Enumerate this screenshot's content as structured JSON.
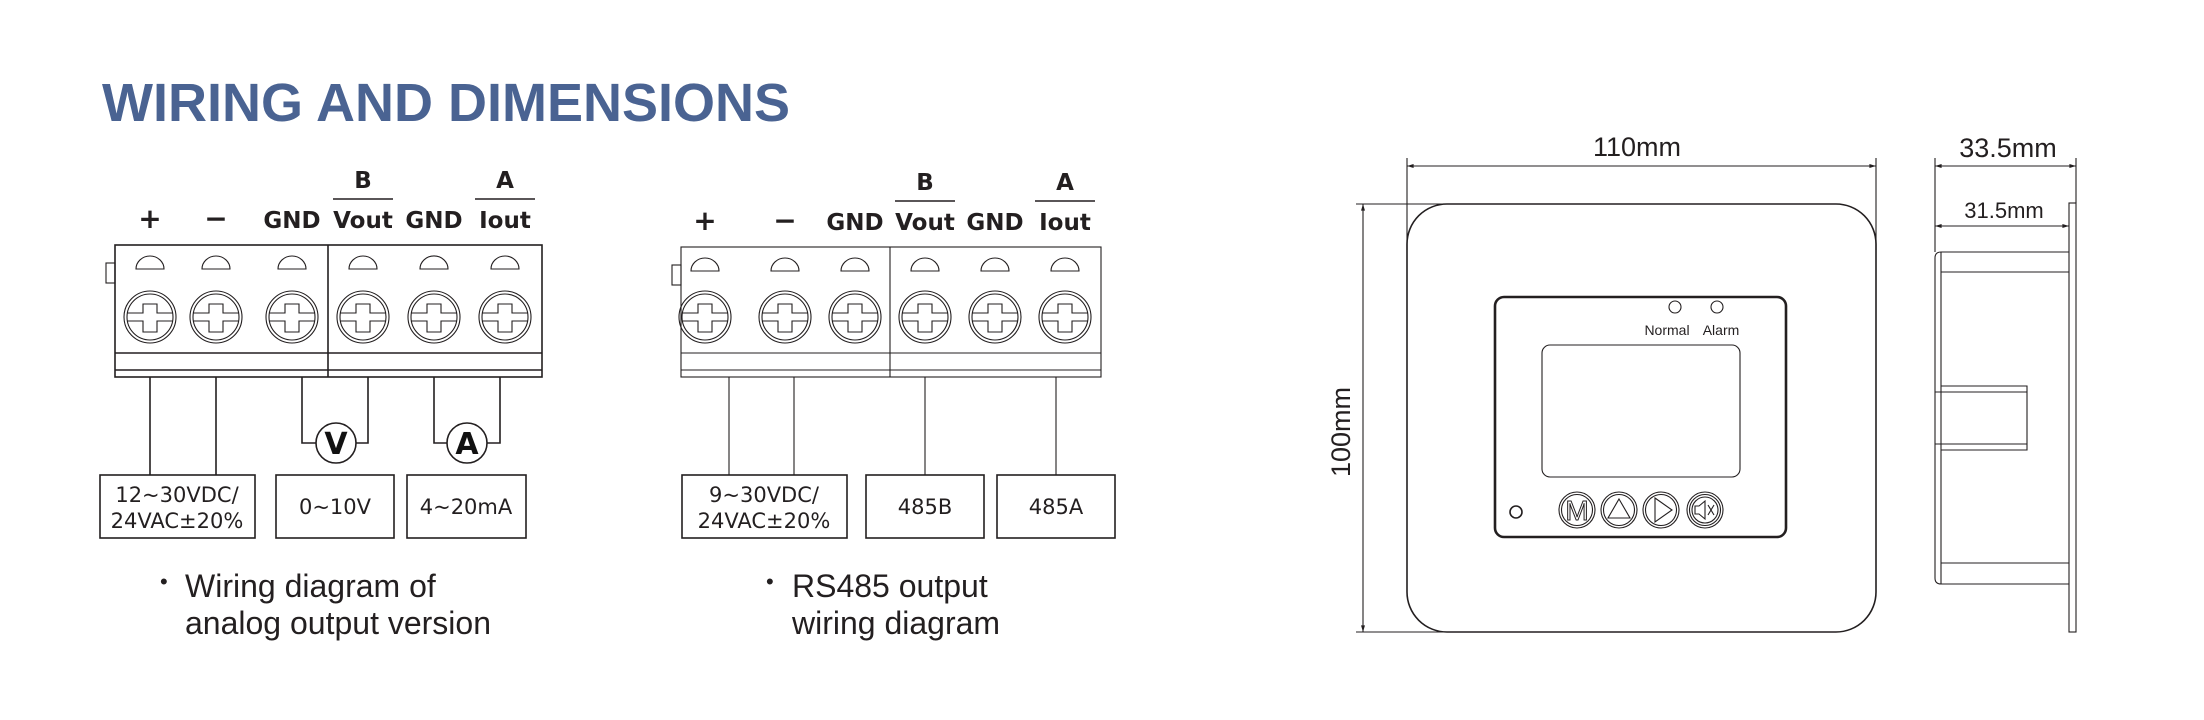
{
  "title": "WIRING AND DIMENSIONS",
  "colors": {
    "title": "#4a6392",
    "line": "#231f20"
  },
  "analog_diagram": {
    "terminals": [
      "+",
      "−",
      "GND",
      "Vout",
      "GND",
      "Iout"
    ],
    "overbar_labels": {
      "vout": "B",
      "iout": "A"
    },
    "meters": {
      "voltmeter": "V",
      "ammeter": "A"
    },
    "boxes": [
      {
        "line1": "12~30VDC/",
        "line2": "24VAC±20%"
      },
      {
        "line1": "0~10V"
      },
      {
        "line1": "4~20mA"
      }
    ],
    "caption": {
      "bullet": "•",
      "line1": "Wiring diagram of",
      "line2": "analog output version"
    }
  },
  "rs485_diagram": {
    "terminals": [
      "+",
      "−",
      "GND",
      "Vout",
      "GND",
      "Iout"
    ],
    "overbar_labels": {
      "vout": "B",
      "iout": "A"
    },
    "boxes": [
      {
        "line1": "9~30VDC/",
        "line2": "24VAC±20%"
      },
      {
        "line1": "485B"
      },
      {
        "line1": "485A"
      }
    ],
    "caption": {
      "bullet": "•",
      "line1": "RS485 output",
      "line2": "wiring diagram"
    }
  },
  "dimensions": {
    "width": "110mm",
    "height": "100mm",
    "depth_total": "33.5mm",
    "depth_body": "31.5mm"
  },
  "device": {
    "indicators": [
      "Normal",
      "Alarm"
    ],
    "buttons": [
      "menu-button",
      "up-button",
      "right-button",
      "mute-button"
    ],
    "button_glyphs": {
      "menu": "M"
    }
  }
}
